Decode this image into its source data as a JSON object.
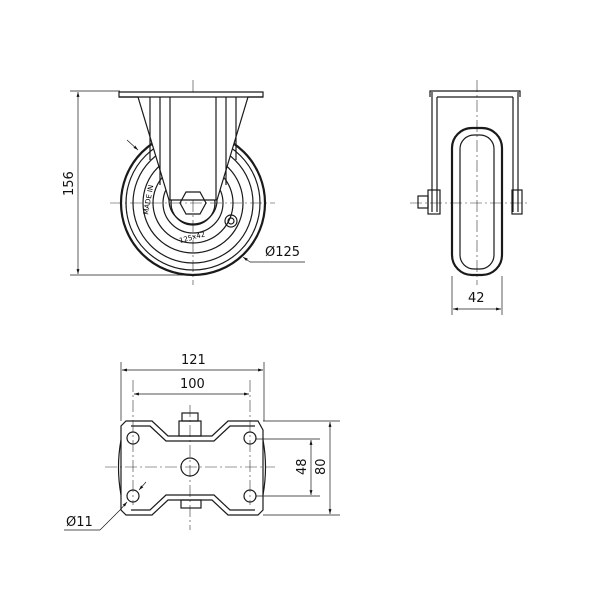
{
  "dimensions": {
    "height": "156",
    "wheel_diameter": "Ø125",
    "wheel_width": "42",
    "plate_length": "121",
    "hole_spacing_length": "100",
    "hole_spacing_width": "48",
    "plate_width": "80",
    "hole_diameter": "Ø11"
  },
  "wheel_marking": "MADE IN",
  "wheel_size_marking": "125x42"
}
